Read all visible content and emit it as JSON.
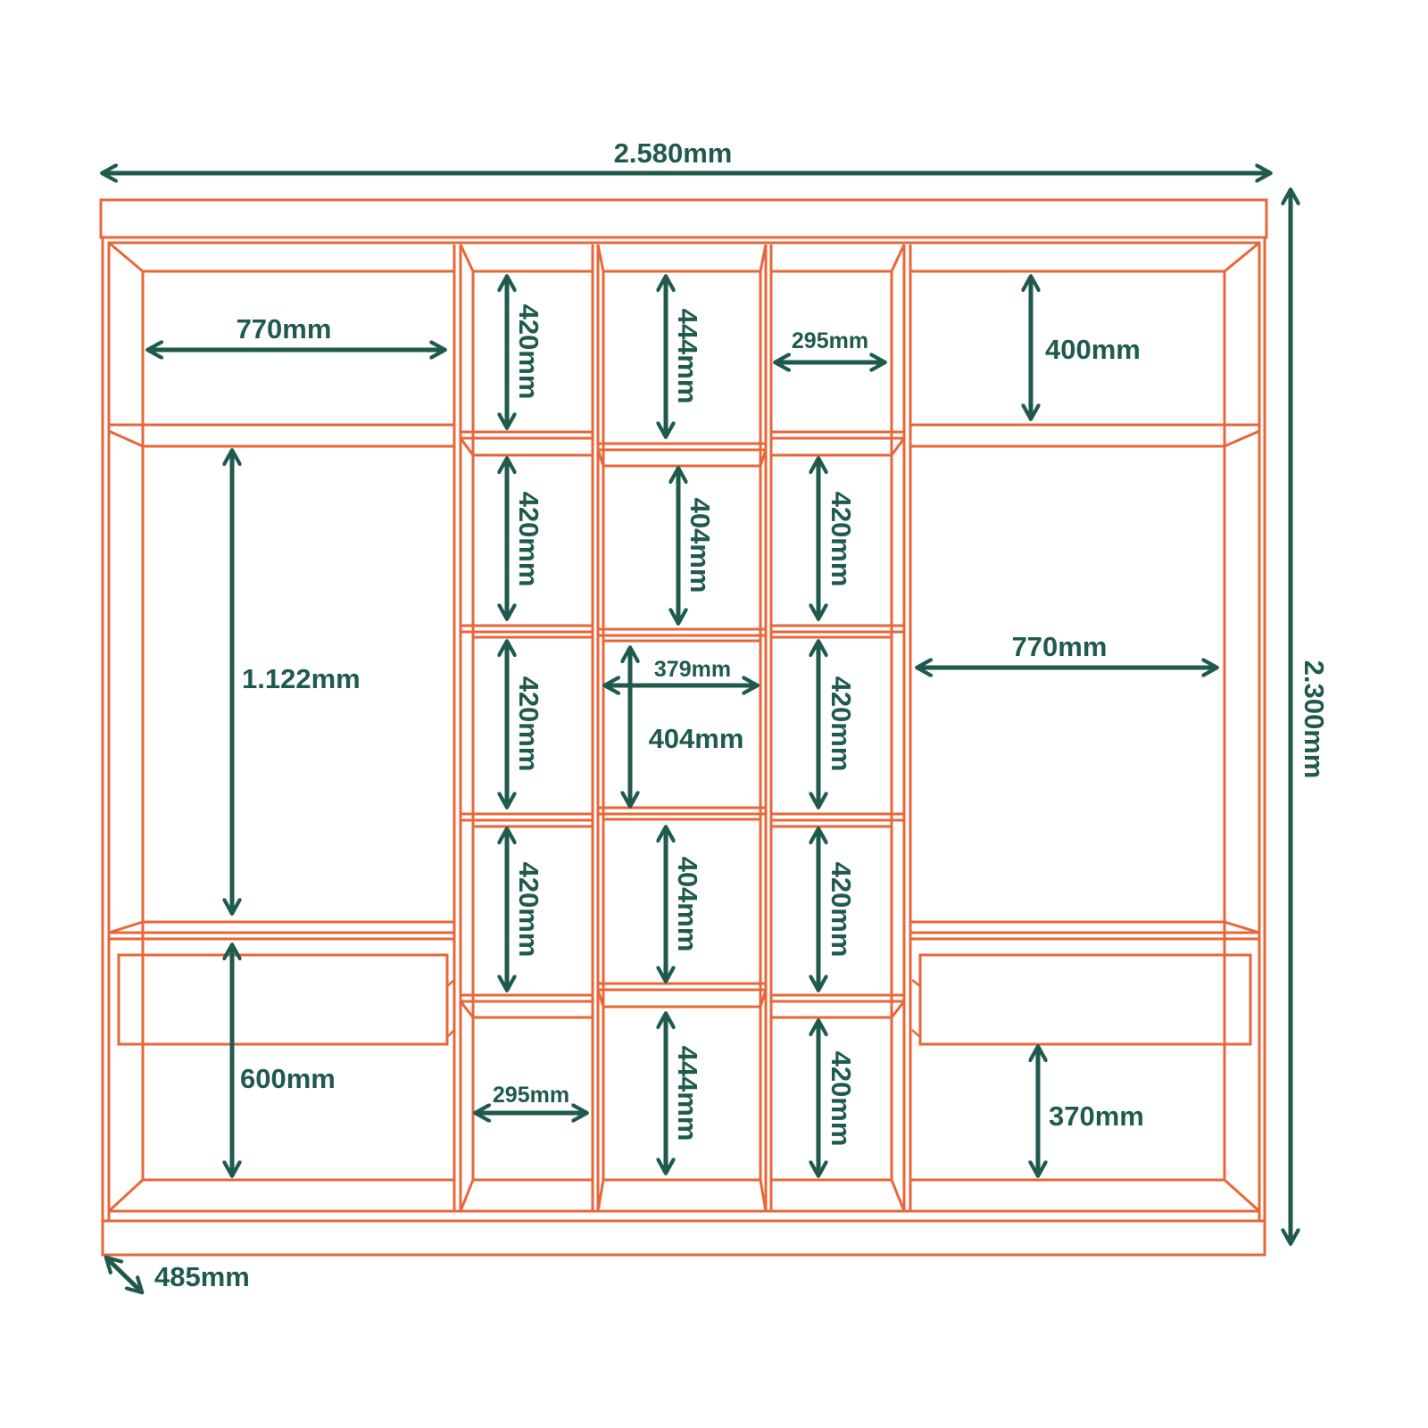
{
  "colors": {
    "frame": "#e8673a",
    "dimension": "#1f5a4e",
    "background": "#ffffff"
  },
  "dimensions": {
    "overall_width": "2.580mm",
    "overall_height": "2.300mm",
    "depth": "485mm",
    "left_top_width": "770mm",
    "left_hanging_height": "1.122mm",
    "left_drawer_height": "600mm",
    "c1_r1": "420mm",
    "c1_r2": "420mm",
    "c1_r3": "420mm",
    "c1_r4": "420mm",
    "c1_bottom_width": "295mm",
    "c2_top": "444mm",
    "c2_r2": "404mm",
    "c2_mid_width": "379mm",
    "c2_mid_height": "404mm",
    "c2_r4": "404mm",
    "c2_bottom": "444mm",
    "c3_top_width": "295mm",
    "c3_r2": "420mm",
    "c3_r3": "420mm",
    "c3_r4": "420mm",
    "c3_bottom": "420mm",
    "right_top_height": "400mm",
    "right_hanging_width": "770mm",
    "right_bottom_height": "370mm"
  }
}
